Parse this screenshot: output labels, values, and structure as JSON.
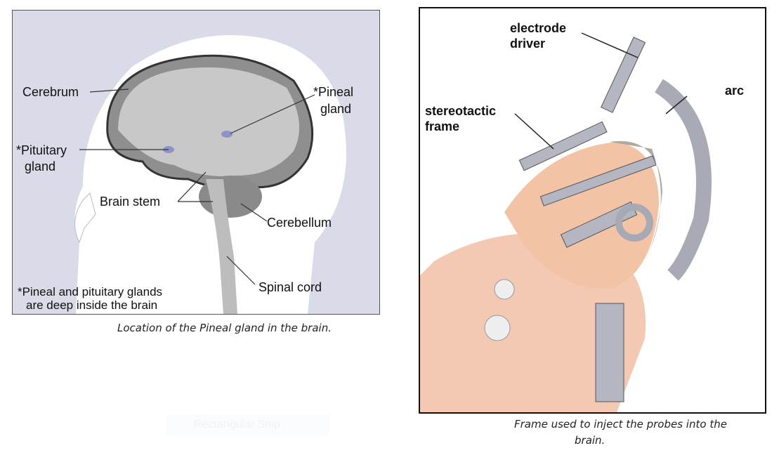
{
  "figure1": {
    "labels": {
      "cerebrum": "Cerebrum",
      "pineal": "*Pineal",
      "pineal2": "gland",
      "pituitary": "*Pituitary",
      "pituitary2": "gland",
      "brain_stem": "Brain stem",
      "cerebellum": "Cerebellum",
      "spinal_cord": "Spinal cord",
      "note1": "*Pineal and pituitary glands",
      "note2": "are deep inside the brain"
    },
    "caption": "Location of the Pineal gland in the brain."
  },
  "figure2": {
    "labels": {
      "electrode1": "electrode",
      "electrode2": "driver",
      "arc": "arc",
      "stereo1": "stereotactic",
      "stereo2": "frame"
    },
    "caption1": "Frame used to inject the probes into the",
    "caption2": "brain."
  },
  "overlay": {
    "snip_label": "Rectangular Snip"
  }
}
